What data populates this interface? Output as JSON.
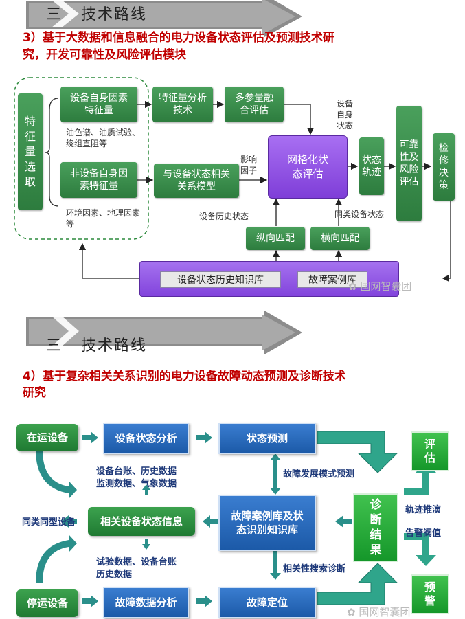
{
  "section3": {
    "banner_num": "三",
    "banner_title": "技术路线",
    "subtitle_line1": "3）基于大数据和信息融合的电力设备状态评估及预测技术研",
    "subtitle_line2": "究，开发可靠性及风险评估模块",
    "select": "特征量选取",
    "self_factor": "设备自身因素特征量",
    "self_factor_note": "油色谱、油质试验、绕组直阻等",
    "nonself_factor": "非设备自身因素特征量",
    "nonself_factor_note": "环境因素、地理因素等",
    "analysis": "特征量分析技术",
    "multi_fusion": "多参量融合评估",
    "corr_model": "与设备状态相关关系模型",
    "influence": "影响因子",
    "grid_eval": "网格化状态评估",
    "device_self_state": "设备自身状态",
    "trajectory": "状态轨迹",
    "reliability": "可靠性及风险评估",
    "maintenance": "检修决策",
    "history_state": "设备历史状态",
    "same_class_state": "同类设备状态",
    "vertical_match": "纵向匹配",
    "horizontal_match": "横向匹配",
    "kb_history": "设备状态历史知识库",
    "kb_fault": "故障案例库",
    "watermark": "国网智囊团"
  },
  "section4": {
    "banner_num": "三",
    "banner_title": "技术路线",
    "subtitle_line1": "4）基于复杂相关关系识别的电力设备故障动态预测及诊断技术",
    "subtitle_line2": "研究",
    "running": "在运设备",
    "stopped": "停运设备",
    "same_type": "同类同型设备",
    "state_analysis": "设备状态分析",
    "data_note1_l1": "设备台账、历史数据",
    "data_note1_l2": "监测数据、气象数据",
    "related_info": "相关设备状态信息",
    "data_note2_l1": "试验数据、设备台账",
    "data_note2_l2": "历史数据",
    "fault_data_analysis": "故障数据分析",
    "state_prediction": "状态预测",
    "fault_dev_pred": "故障发展模式预测",
    "kb": "故障案例库及状态识别知识库",
    "corr_search": "相关性搜索诊断",
    "fault_locate": "故障定位",
    "diagnosis": "诊断结果",
    "traj_derive": "轨迹推演",
    "alarm_threshold": "告警阀值",
    "evaluate": "评估",
    "warning": "预警",
    "watermark": "国网智囊团"
  }
}
